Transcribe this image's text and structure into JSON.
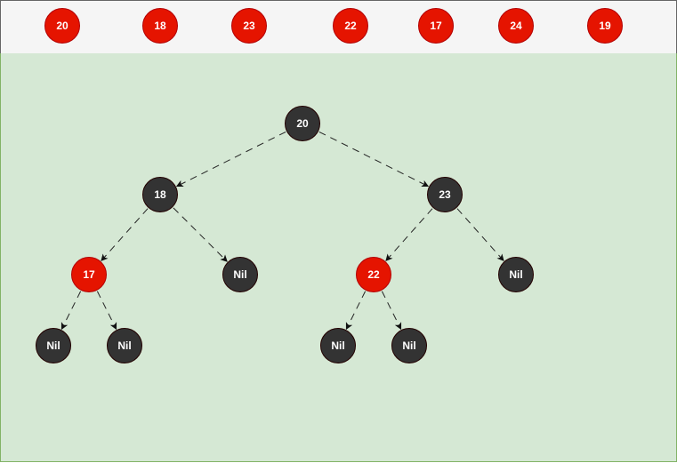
{
  "colors": {
    "red": "#e51400",
    "black": "#333333",
    "canvas": "#d5e8d4",
    "bar": "#f5f5f5"
  },
  "input_sequence": [
    "20",
    "18",
    "23",
    "22",
    "17",
    "24",
    "19"
  ],
  "tree": {
    "nodes": [
      {
        "id": "n20",
        "label": "20",
        "color": "black"
      },
      {
        "id": "n18",
        "label": "18",
        "color": "black"
      },
      {
        "id": "n23",
        "label": "23",
        "color": "black"
      },
      {
        "id": "n17",
        "label": "17",
        "color": "red"
      },
      {
        "id": "nil18r",
        "label": "Nil",
        "color": "black"
      },
      {
        "id": "n22",
        "label": "22",
        "color": "red"
      },
      {
        "id": "nil23r",
        "label": "Nil",
        "color": "black"
      },
      {
        "id": "nil17l",
        "label": "Nil",
        "color": "black"
      },
      {
        "id": "nil17r",
        "label": "Nil",
        "color": "black"
      },
      {
        "id": "nil22l",
        "label": "Nil",
        "color": "black"
      },
      {
        "id": "nil22r",
        "label": "Nil",
        "color": "black"
      }
    ],
    "edges": [
      [
        "n20",
        "n18"
      ],
      [
        "n20",
        "n23"
      ],
      [
        "n18",
        "n17"
      ],
      [
        "n18",
        "nil18r"
      ],
      [
        "n23",
        "n22"
      ],
      [
        "n23",
        "nil23r"
      ],
      [
        "n17",
        "nil17l"
      ],
      [
        "n17",
        "nil17r"
      ],
      [
        "n22",
        "nil22l"
      ],
      [
        "n22",
        "nil22r"
      ]
    ]
  }
}
